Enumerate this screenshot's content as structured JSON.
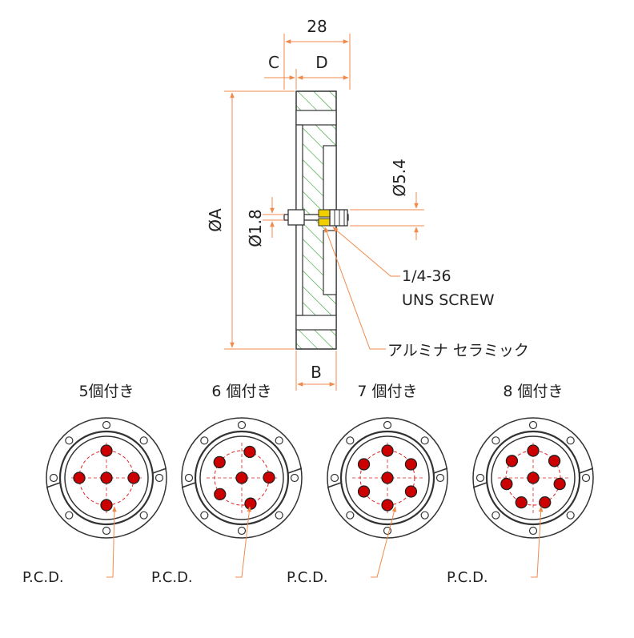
{
  "colors": {
    "dimension": "#f08a4b",
    "outline": "#333333",
    "hatch": "#2ca02c",
    "pin_fill": "#cc0000",
    "pcd_circle": "#e02020",
    "insulator": "#f2d000"
  },
  "side_view": {
    "dim_total": "28",
    "dim_c": "C",
    "dim_d": "D",
    "dim_b": "B",
    "dim_a": "ØA",
    "dim_pin": "Ø1.8",
    "dim_insulator": "Ø5.4",
    "screw_line1": "1/4-36",
    "screw_line2": "UNS SCREW",
    "ceramic_label": "アルミナ セラミック"
  },
  "variants": [
    {
      "caption": "5個付き",
      "pin_count": 5,
      "pcd_label": "P.C.D."
    },
    {
      "caption": "6 個付き",
      "pin_count": 6,
      "pcd_label": "P.C.D."
    },
    {
      "caption": "7 個付き",
      "pin_count": 7,
      "pcd_label": "P.C.D."
    },
    {
      "caption": "8 個付き",
      "pin_count": 8,
      "pcd_label": "P.C.D."
    }
  ]
}
